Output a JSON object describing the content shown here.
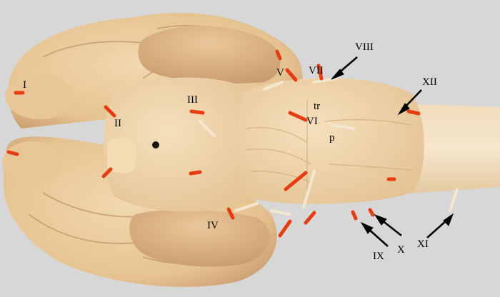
{
  "colors": {
    "background": "#d7d7d7",
    "tissue": "#ecd0a3",
    "tissue_dark": "#c99e72",
    "cerebellum": "#e0b88a",
    "marker": "#e63c12",
    "text": "#000000"
  },
  "labels": {
    "I": "I",
    "II": "II",
    "III": "III",
    "IV": "IV",
    "V": "V",
    "VI": "VI",
    "VII": "VII",
    "VIII": "VIII",
    "IX": "IX",
    "X": "X",
    "XI": "XI",
    "XII": "XII",
    "tr": "tr",
    "p": "p"
  }
}
